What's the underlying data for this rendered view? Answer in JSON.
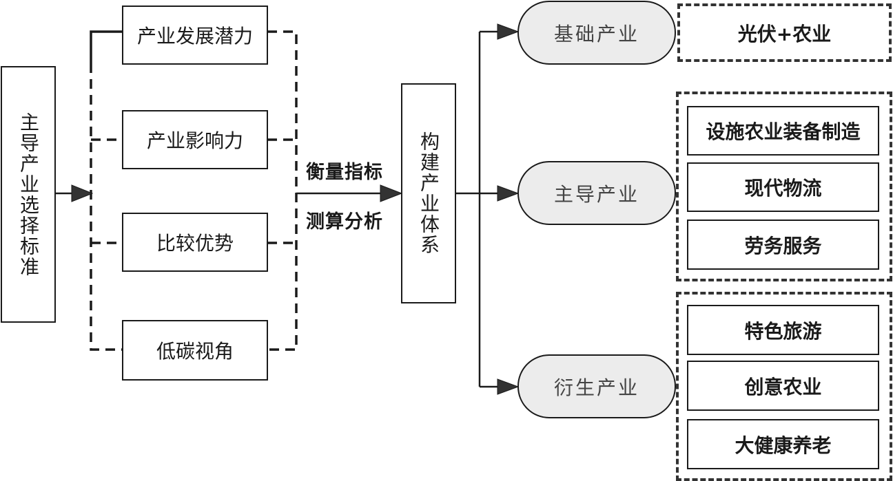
{
  "root": {
    "label": "主导产业选择标准"
  },
  "criteria": [
    {
      "label": "产业发展潜力"
    },
    {
      "label": "产业影响力"
    },
    {
      "label": "比较优势"
    },
    {
      "label": "低碳视角"
    }
  ],
  "connector": {
    "top_label": "衡量指标",
    "bottom_label": "测算分析"
  },
  "system": {
    "label": "构建产业体系"
  },
  "categories": [
    {
      "label": "基础产业",
      "items": [
        "光伏+农业"
      ]
    },
    {
      "label": "主导产业",
      "items": [
        "设施农业装备制造",
        "现代物流",
        "劳务服务"
      ]
    },
    {
      "label": "衍生产业",
      "items": [
        "特色旅游",
        "创意农业",
        "大健康养老"
      ]
    }
  ]
}
